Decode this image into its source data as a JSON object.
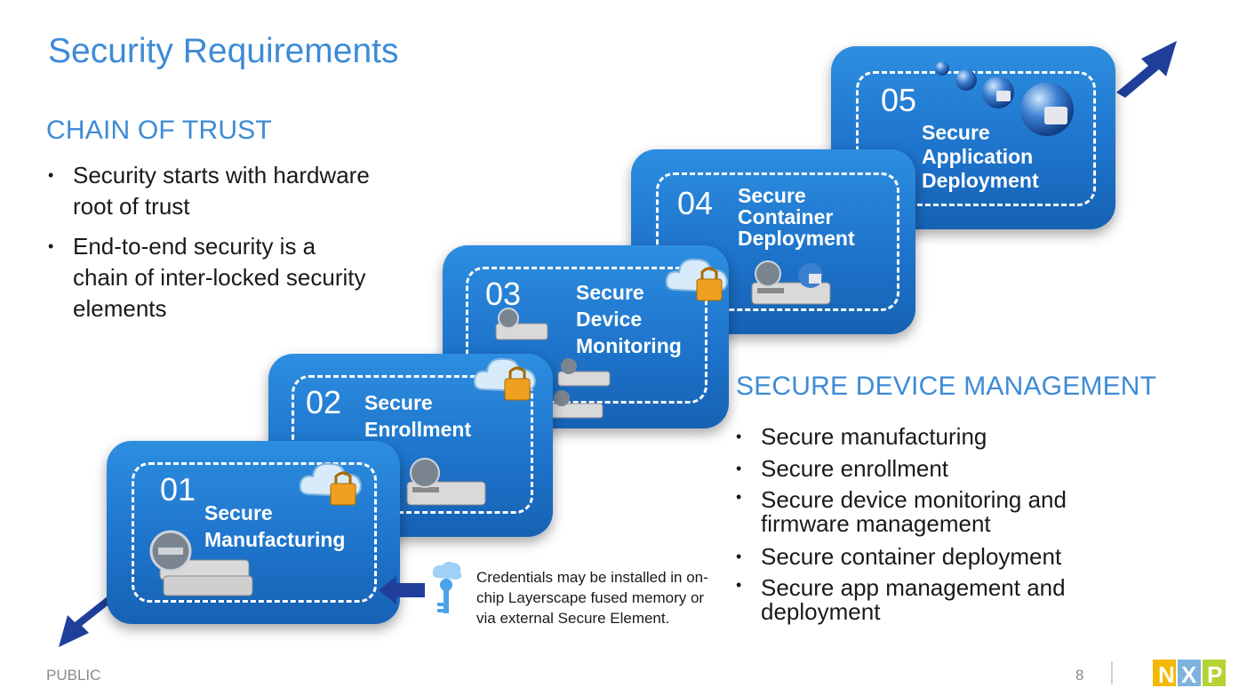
{
  "title": "Security Requirements",
  "chain_of_trust": {
    "heading": "CHAIN OF TRUST",
    "bullets": [
      "Security starts with hardware root of trust",
      "End-to-end security is a chain of inter-locked security elements"
    ]
  },
  "steps": [
    {
      "num": "01",
      "label": "Secure Manufacturing"
    },
    {
      "num": "02",
      "label": "Secure Enrollment"
    },
    {
      "num": "03",
      "label": "Secure Device Monitoring"
    },
    {
      "num": "04",
      "label": "Secure Container Deployment"
    },
    {
      "num": "05",
      "label": "Secure Application Deployment"
    }
  ],
  "secure_device_management": {
    "heading": "SECURE DEVICE MANAGEMENT",
    "bullets": [
      "Secure manufacturing",
      "Secure enrollment",
      "Secure device monitoring and firmware management",
      "Secure container deployment",
      "Secure app management and deployment"
    ]
  },
  "caption": "Credentials may be installed in on-chip Layerscape fused memory or via external Secure Element.",
  "footer": {
    "classification": "PUBLIC",
    "page": "8",
    "logo_text": "NXP"
  },
  "colors": {
    "accent": "#3d8bd6",
    "step_blue": "#1d72c9",
    "arrow_navy": "#1f3f9a",
    "lock_orange": "#f0a020"
  },
  "icons": [
    "cloud-lock-icon",
    "device-icon",
    "globe-icon",
    "key-icon",
    "arrow-icon"
  ]
}
